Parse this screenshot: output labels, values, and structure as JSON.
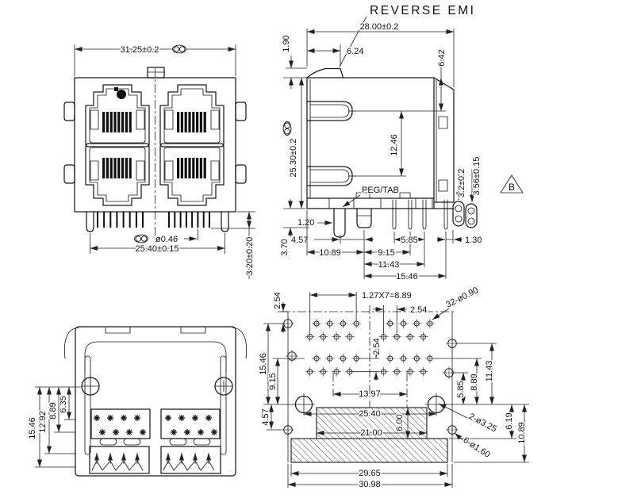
{
  "drawing_title": "REVERSE EMI",
  "front": {
    "width": "31.25±0.2",
    "pin_span": "25.40±0.15",
    "pin_dia": "ø0.46",
    "pin_len": "3.20±0.20"
  },
  "side": {
    "depth": "28.00±0.2",
    "flange_h": "1.90",
    "flange_d": "6.24",
    "latch_top": "6.42",
    "height": "25.30±0.2",
    "latch_pitch": "12.46",
    "peg_label": "PEG/TAB",
    "peg_off": "1.20",
    "pin_len": "3.70",
    "d_457": "4.57",
    "d_585": "5.85",
    "d_130": "1.30",
    "d_1089": "10.89",
    "d_915": "9.15",
    "d_1143": "11.43",
    "d_1546": "15.46",
    "post_a": "3.2±0.2",
    "post_b": "3.56±0.15",
    "rev": "B"
  },
  "bottom": {
    "d_1546": "15.46",
    "d_1292": "12.92",
    "d_889": "8.89",
    "d_635": "6.35"
  },
  "pcb": {
    "pitch": "1.27X7=8.89",
    "d_254_top": "2.54",
    "d_254_mid": "2.54",
    "d_254_left": "2.54",
    "holes_small": "32-ø0.90",
    "d_1546": "15.46",
    "d_915": "9.15",
    "d_457": "4.57",
    "d_1397": "13.97",
    "d_2540": "25.40",
    "d_2100": "21.00",
    "d_600": "6.00",
    "d_585": "5.85",
    "d_889": "8.89",
    "d_1143": "11.43",
    "holes_big": "2-ø3.25",
    "holes_mid": "6-ø1.60",
    "d_619": "6.19",
    "d_1089": "10.89",
    "d_2965": "29.65",
    "d_3098": "30.98"
  }
}
